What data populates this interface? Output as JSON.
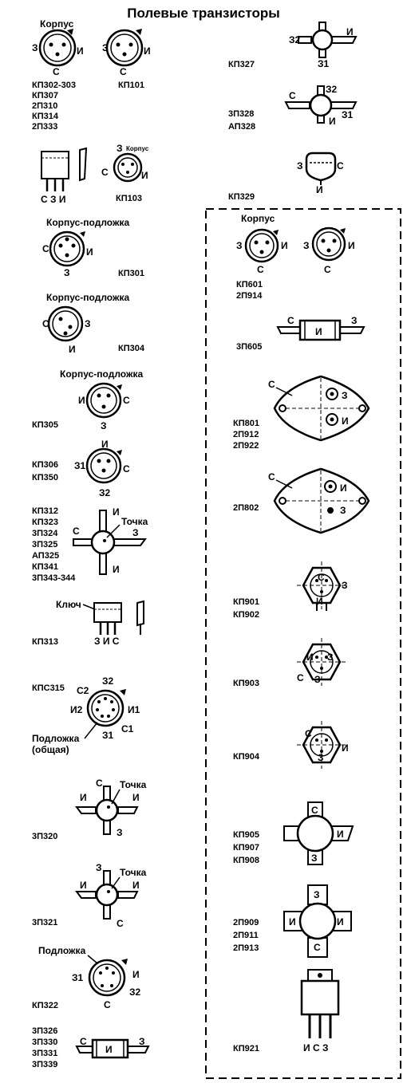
{
  "title": "Полевые транзисторы",
  "words": {
    "korpus": "Корпус",
    "korpus_podlozhka": "Корпус-подложка",
    "tochka": "Точка",
    "klyuch": "Ключ",
    "podlozhka": "Подложка",
    "obschaya": "(общая)"
  },
  "pins": {
    "s": "С",
    "z": "З",
    "i": "И",
    "z1": "З1",
    "z2": "З2",
    "i1": "И1",
    "i2": "И2",
    "s1": "С1",
    "s2": "С2",
    "szi": "С З И",
    "zis": "З И С",
    "isz": "И С З"
  },
  "models": {
    "kp302": "КП302-303",
    "kp307": "КП307",
    "p2_310": "2П310",
    "kp314": "КП314",
    "p2_333": "2П333",
    "kp101": "КП101",
    "kp103": "КП103",
    "kp301": "КП301",
    "kp304": "КП304",
    "kp305": "КП305",
    "kp306": "КП306",
    "kp350": "КП350",
    "kp312": "КП312",
    "kp323": "КП323",
    "p3_324": "3П324",
    "p3_325": "3П325",
    "ap325": "АП325",
    "kp341": "КП341",
    "p3_343": "3П343-344",
    "kp313": "КП313",
    "kps315": "КПС315",
    "p3_320": "3П320",
    "p3_321": "3П321",
    "kp322": "КП322",
    "p3_326": "3П326",
    "p3_330": "3П330",
    "p3_331": "3П331",
    "p3_339": "3П339",
    "kp327": "КП327",
    "p3_328": "3П328",
    "ap328": "АП328",
    "kp329": "КП329",
    "kp601": "КП601",
    "p2_914": "2П914",
    "p3_605": "3П605",
    "kp801": "КП801",
    "p2_912": "2П912",
    "p2_922": "2П922",
    "p2_802": "2П802",
    "kp901": "КП901",
    "kp902": "КП902",
    "kp903": "КП903",
    "kp904": "КП904",
    "kp905": "КП905",
    "kp907": "КП907",
    "kp908": "КП908",
    "p2_909": "2П909",
    "p2_911": "2П911",
    "p2_913": "2П913",
    "kp921": "КП921"
  }
}
